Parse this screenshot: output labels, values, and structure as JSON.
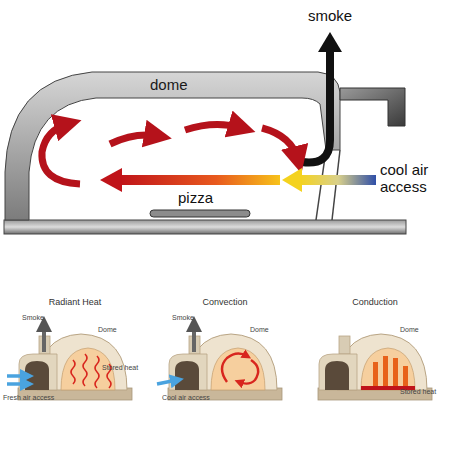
{
  "diagram": {
    "labels": [
      "smoke",
      "dome",
      "cool air access",
      "pizza",
      "Radiant Heat",
      "Convection",
      "Conduction",
      "Smoke",
      "Dome",
      "Stored heat",
      "Fresh air access",
      "Smoke",
      "Dome",
      "Cool air access",
      "Dome",
      "Stored heat"
    ]
  }
}
